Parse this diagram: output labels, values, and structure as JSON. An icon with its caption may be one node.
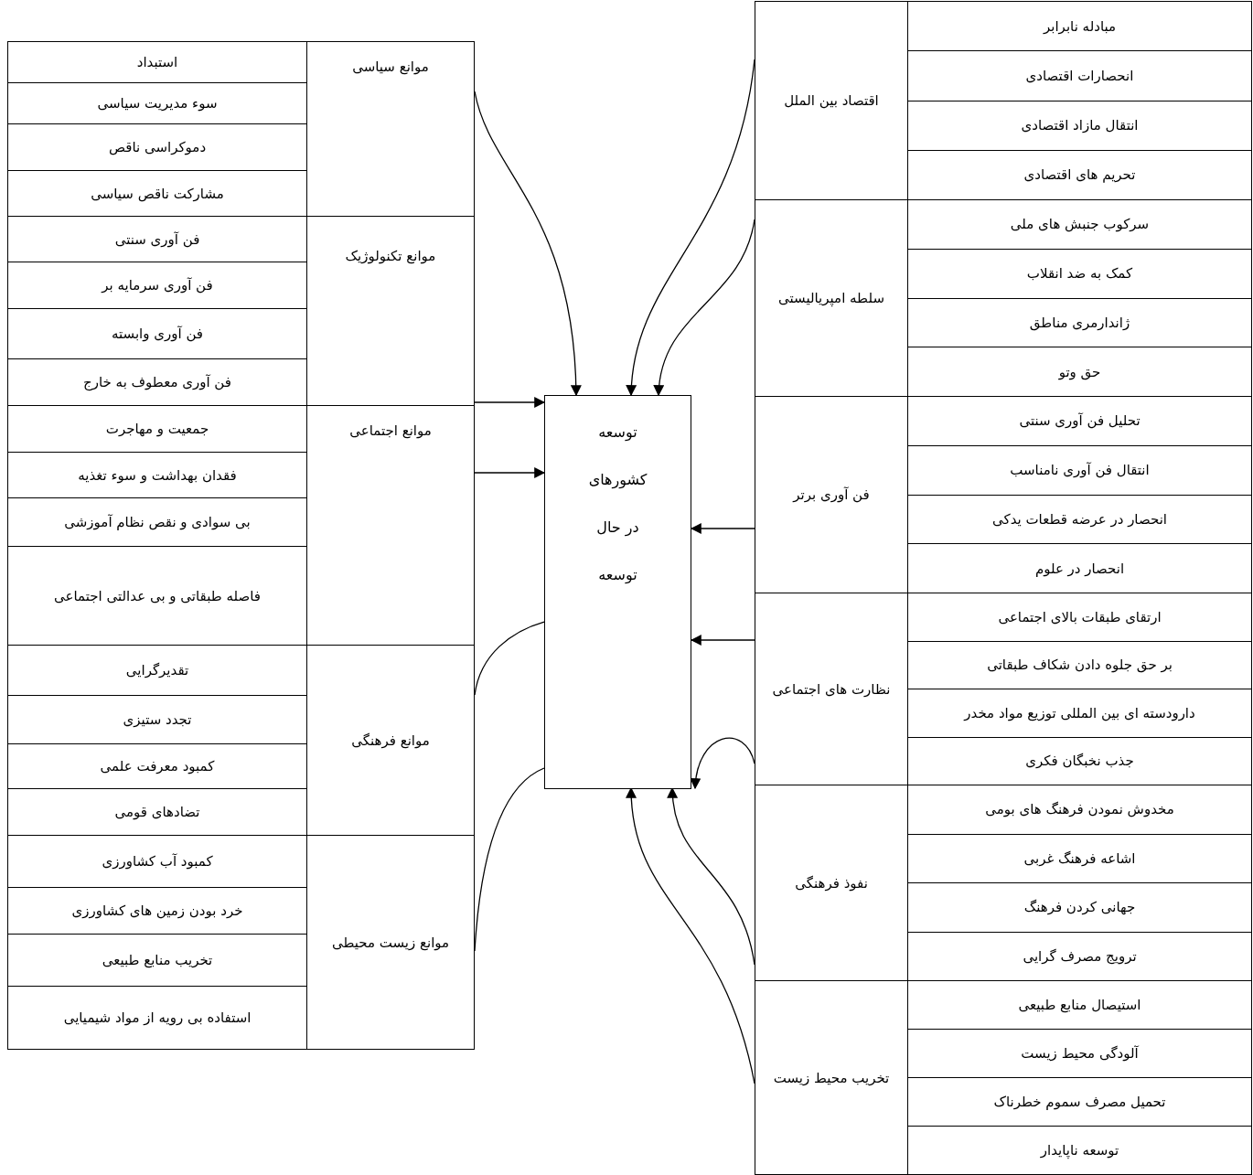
{
  "diagram": {
    "nodes": [
      {
        "text": [
          "موانع سیاسی"
        ]
      },
      {
        "text": [
          "استبداد"
        ]
      },
      {
        "text": [
          "سوء مدیریت سیاسی"
        ]
      },
      {
        "text": [
          "دموکراسی ناقص"
        ]
      },
      {
        "text": [
          "مشارکت ناقص سیاسی"
        ]
      },
      {
        "text": [
          "موانع تکنولوژیک"
        ]
      },
      {
        "text": [
          "فن آوری سنتی"
        ]
      },
      {
        "text": [
          "فن آوری سرمایه بر"
        ]
      },
      {
        "text": [
          "فن آوری وابسته"
        ]
      },
      {
        "text": [
          "فن آوری معطوف به خارج"
        ]
      },
      {
        "text": [
          "موانع اجتماعی"
        ]
      },
      {
        "text": [
          "جمعیت و مهاجرت"
        ]
      },
      {
        "text": [
          "فقدان بهداشت و سوء تغذیه"
        ]
      },
      {
        "text": [
          "بی سوادی و نقص نظام آموزشی"
        ]
      },
      {
        "text": [
          "فاصله طبقاتی و بی عدالتی اجتماعی"
        ]
      },
      {
        "text": [
          "موانع فرهنگی"
        ]
      },
      {
        "text": [
          "تقدیرگرایی"
        ]
      },
      {
        "text": [
          "تجدد ستیزی"
        ]
      },
      {
        "text": [
          "کمبود معرفت علمی"
        ]
      },
      {
        "text": [
          "تضادهای قومی"
        ]
      },
      {
        "text": [
          "موانع زیست محیطی"
        ]
      },
      {
        "text": [
          "کمبود آب کشاورزی"
        ]
      },
      {
        "text": [
          "خرد بودن زمین های کشاورزی"
        ]
      },
      {
        "text": [
          "تخریب منابع طبیعی"
        ]
      },
      {
        "text": [
          "استفاده بی رویه از مواد شیمیایی"
        ]
      },
      {
        "text": [
          "توسعه کشورهای در حال توسعه"
        ]
      },
      {
        "text": [
          "اقتصاد بین الملل"
        ]
      },
      {
        "text": [
          "مبادله نابرابر"
        ]
      },
      {
        "text": [
          "انحصارات اقتصادی"
        ]
      },
      {
        "text": [
          "انتقال مازاد اقتصادی"
        ]
      },
      {
        "text": [
          "تحریم های اقتصادی"
        ]
      },
      {
        "text": [
          "سلطه امپریالیستی"
        ]
      },
      {
        "text": [
          "سرکوب جنبش های ملی"
        ]
      },
      {
        "text": [
          "کمک به ضد انقلاب"
        ]
      },
      {
        "text": [
          "ژاندارمری مناطق"
        ]
      },
      {
        "text": [
          "حق وتو"
        ]
      },
      {
        "text": [
          "فن آوری برتر"
        ]
      },
      {
        "text": [
          "تحلیل فن آوری سنتی"
        ]
      },
      {
        "text": [
          "انتقال فن آوری نامناسب"
        ]
      },
      {
        "text": [
          "انحصار در عرضه قطعات یدکی"
        ]
      },
      {
        "text": [
          "انحصار در علوم"
        ]
      },
      {
        "text": [
          "نظارت های اجتماعی"
        ]
      },
      {
        "text": [
          "ارتقای طبقات بالای اجتماعی"
        ]
      },
      {
        "text": [
          "بر حق جلوه دادن شکاف طبقاتی"
        ]
      },
      {
        "text": [
          "دارودسته ای بین المللی توزیع مواد مخدر"
        ]
      },
      {
        "text": [
          "جذب نخبگان فکری"
        ]
      },
      {
        "text": [
          "نفوذ فرهنگی"
        ]
      },
      {
        "text": [
          "مخدوش نمودن فرهنگ های بومی"
        ]
      },
      {
        "text": [
          "اشاعه فرهنگ غربی"
        ]
      },
      {
        "text": [
          "جهانی کردن فرهنگ"
        ]
      },
      {
        "text": [
          "ترویج مصرف گرایی"
        ]
      },
      {
        "text": [
          "تخریب محیط زیست"
        ]
      },
      {
        "text": [
          "استیصال منابع طبیعی"
        ]
      },
      {
        "text": [
          "آلودگی محیط زیست"
        ]
      },
      {
        "text": [
          "تحمیل مصرف سموم خطرناک"
        ]
      },
      {
        "text": [
          "توسعه ناپایدار"
        ]
      }
    ],
    "edges": [
      {
        "from": 0,
        "to": 25,
        "arrow": "to"
      },
      {
        "from": 26,
        "to": 25,
        "arrow": "to"
      },
      {
        "from": 31,
        "to": 25,
        "arrow": "to"
      },
      {
        "from": 5,
        "to": 25,
        "arrow": "to"
      },
      {
        "from": 10,
        "to": 25,
        "arrow": "to"
      },
      {
        "from": 36,
        "to": 25,
        "arrow": "to"
      },
      {
        "from": 41,
        "to": 25,
        "arrow": "to"
      },
      {
        "from": 15,
        "to": 25,
        "arrow": "none"
      },
      {
        "from": 20,
        "to": 25,
        "arrow": "none"
      },
      {
        "from": 51,
        "to": 25,
        "arrow": "to"
      },
      {
        "from": 46,
        "to": 25,
        "arrow": "to"
      },
      {
        "from": 41,
        "to": 25,
        "arrow": "to"
      }
    ]
  }
}
